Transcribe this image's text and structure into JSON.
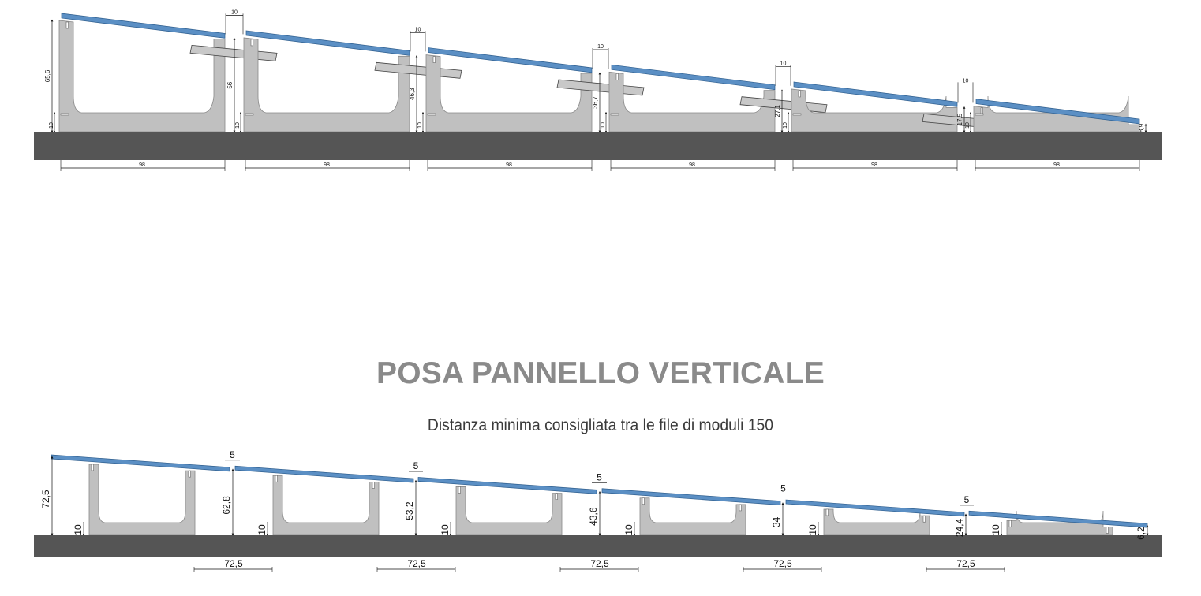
{
  "top_diagram": {
    "spacing_label": "10",
    "base_label": "10",
    "width_label": "98",
    "height_labels": [
      "65,6",
      "56",
      "46,3",
      "36,7",
      "27,1",
      "17,5",
      "8,9"
    ]
  },
  "heading": {
    "title": "POSA PANNELLO VERTICALE",
    "subtitle": "Distanza minima consigliata tra le file di moduli 150"
  },
  "bottom_diagram": {
    "spacing_label": "5",
    "base_label": "10",
    "width_label": "72,5",
    "height_labels": [
      "72,5",
      "62,8",
      "53,2",
      "43,6",
      "34",
      "24,4",
      "6,2"
    ]
  },
  "colors": {
    "panel": "#5b8fc4",
    "support": "#c0c0c0",
    "ground": "#555555",
    "title": "#8a8a8a"
  }
}
